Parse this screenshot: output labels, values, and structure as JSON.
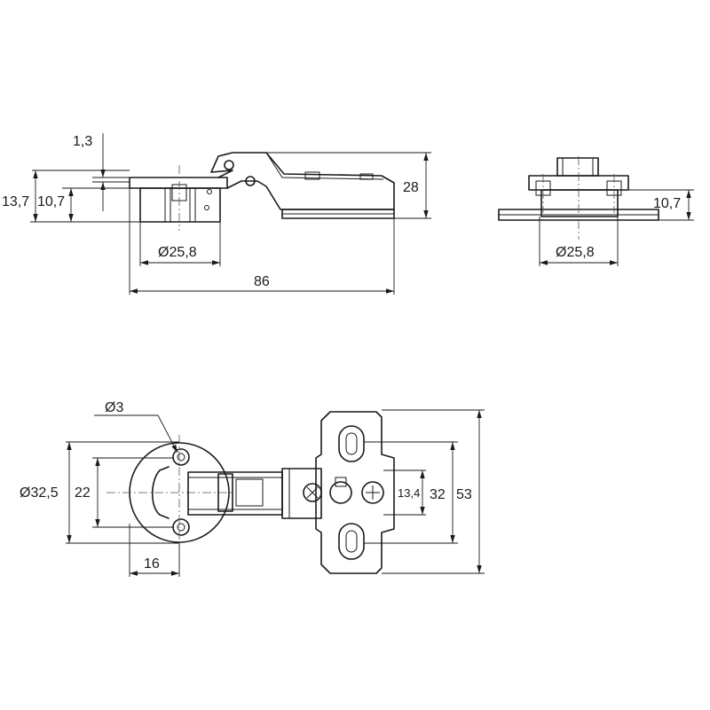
{
  "dimensions": {
    "side_thickness": "1,3",
    "side_cup_total": "13,7",
    "side_cup_depth": "10,7",
    "side_height": "28",
    "side_cup_diameter": "Ø25,8",
    "side_length": "86",
    "front_cup_depth": "10,7",
    "front_cup_diameter": "Ø25,8",
    "top_hole_diameter": "Ø3",
    "top_cup_diameter": "Ø32,5",
    "top_hole_spacing": "22",
    "top_cup_offset": "16",
    "top_plate_slot": "13,4",
    "top_plate_holes": "32",
    "top_plate_height": "53"
  }
}
